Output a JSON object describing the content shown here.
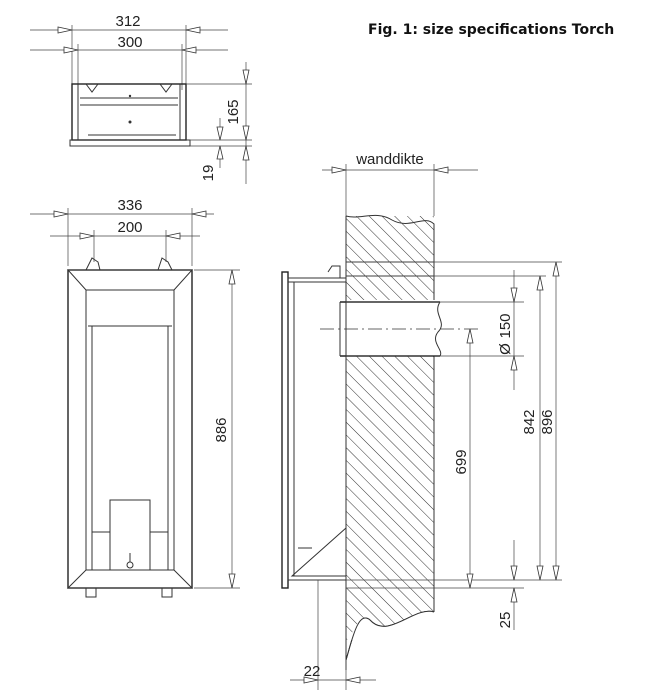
{
  "caption": "Fig. 1: size specifications Torch",
  "top_view": {
    "outer_width": "312",
    "inner_width": "300",
    "depth": "165",
    "base": "19"
  },
  "front_view": {
    "outer_width": "336",
    "inner_width": "200",
    "height": "886"
  },
  "side_view": {
    "wall_label": "wanddikte",
    "pipe_diameter": "150",
    "diameter_symbol": "Ø",
    "total_height": "896",
    "frame_height": "842",
    "pipe_center_height": "699",
    "bottom_offset": "25",
    "wall_gap": "22"
  }
}
